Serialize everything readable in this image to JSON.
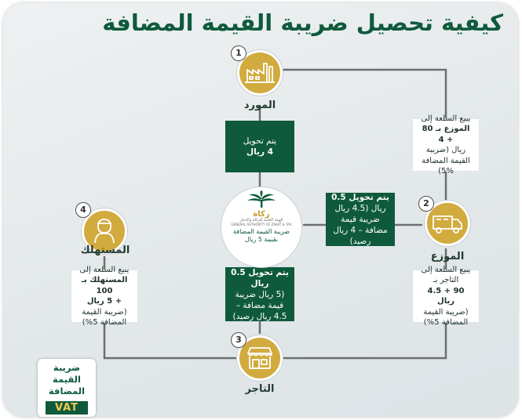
{
  "title": "كيفية تحصيل ضريبة القيمة المضافة",
  "actors": {
    "supplier": {
      "number": "1",
      "label": "المورد",
      "icon": "factory-icon"
    },
    "distributor": {
      "number": "2",
      "label": "الموزع",
      "icon": "truck-icon"
    },
    "retailer": {
      "number": "3",
      "label": "التاجر",
      "icon": "shop-icon"
    },
    "consumer": {
      "number": "4",
      "label": "المستهلك",
      "icon": "person-icon"
    }
  },
  "sales": {
    "supplier_to_distributor": [
      "يبيع السلعة إلى",
      "الموزع بـ 80 + 4",
      "ريال (ضريبة",
      "القيمة المضافة",
      "5%)"
    ],
    "distributor_to_retailer": [
      "يبيع السلعة إلى",
      "التاجر بـ",
      "90 + 4.5 ريال",
      "(ضريبة القيمة",
      "المضافة 5%)"
    ],
    "retailer_to_consumer": [
      "يبيع السلعة إلى",
      "المستهلك بـ 100",
      "+ 5 ريال",
      "(ضريبة القيمة",
      "المضافة 5%)"
    ]
  },
  "transfers": {
    "supplier": [
      "يتم تحويل",
      "4 ريال"
    ],
    "distributor": [
      "يتم تحويل 0.5",
      "ريال (4.5 ريال",
      "ضريبة قيمة",
      "مضافة – 4 ريال",
      "رصيد)"
    ],
    "retailer": [
      "يتم تحويل 0.5",
      "ريال",
      "(5 ريال ضريبة",
      "قيمة مضافة –",
      "4.5 ريال رصيد)"
    ]
  },
  "authority": {
    "logo_word": "زكاة",
    "name_ar": "الهيئة العامة للزكاة والدخل",
    "name_en": "GENERAL AUTHORITY OF ZAKAT & TAX",
    "caption": [
      "ضريبة القيمة المضافة",
      "بقيمة 5 ريال"
    ]
  },
  "vat_logo": {
    "line1": "ضريبة",
    "line2": "القيمة",
    "line3": "المضافة",
    "en": "VAT"
  },
  "colors": {
    "dark_green": "#0f5a3c",
    "gold": "#d2ab3f",
    "line_gray": "#6b6f70"
  }
}
